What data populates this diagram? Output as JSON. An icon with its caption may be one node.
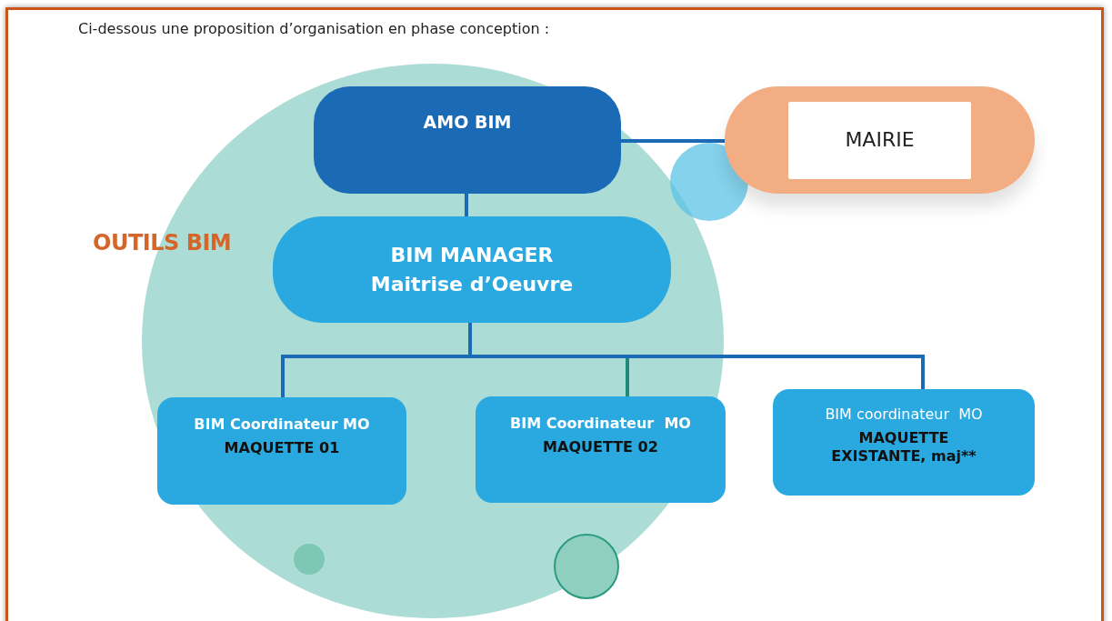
{
  "diagram": {
    "title": "Ci-dessous une proposition d’organisation en phase conception :",
    "nodes": [
      {
        "text": [
          "AMO BIM"
        ]
      },
      {
        "text": [
          "MAIRIE"
        ]
      },
      {
        "text": [
          "BIM MANAGER",
          "Maitrise d’Oeuvre"
        ]
      },
      {
        "text": [
          "BIM Coordinateur MO",
          "MAQUETTE 01"
        ]
      },
      {
        "text": [
          "BIM Coordinateur  MO",
          "MAQUETTE 02"
        ]
      },
      {
        "text": [
          "BIM coordinateur  MO",
          "MAQUETTE EXISTANTE, maj**"
        ]
      }
    ],
    "edges": [
      {
        "from": 0,
        "to": 1,
        "arrow": "none"
      },
      {
        "from": 0,
        "to": 2,
        "arrow": "none"
      },
      {
        "from": 2,
        "to": 3,
        "arrow": "none"
      },
      {
        "from": 2,
        "to": 4,
        "arrow": "none",
        "color": "#1f8a78"
      },
      {
        "from": 2,
        "to": 5,
        "arrow": "none"
      }
    ],
    "labels": [
      "OUTILS BIM"
    ]
  }
}
